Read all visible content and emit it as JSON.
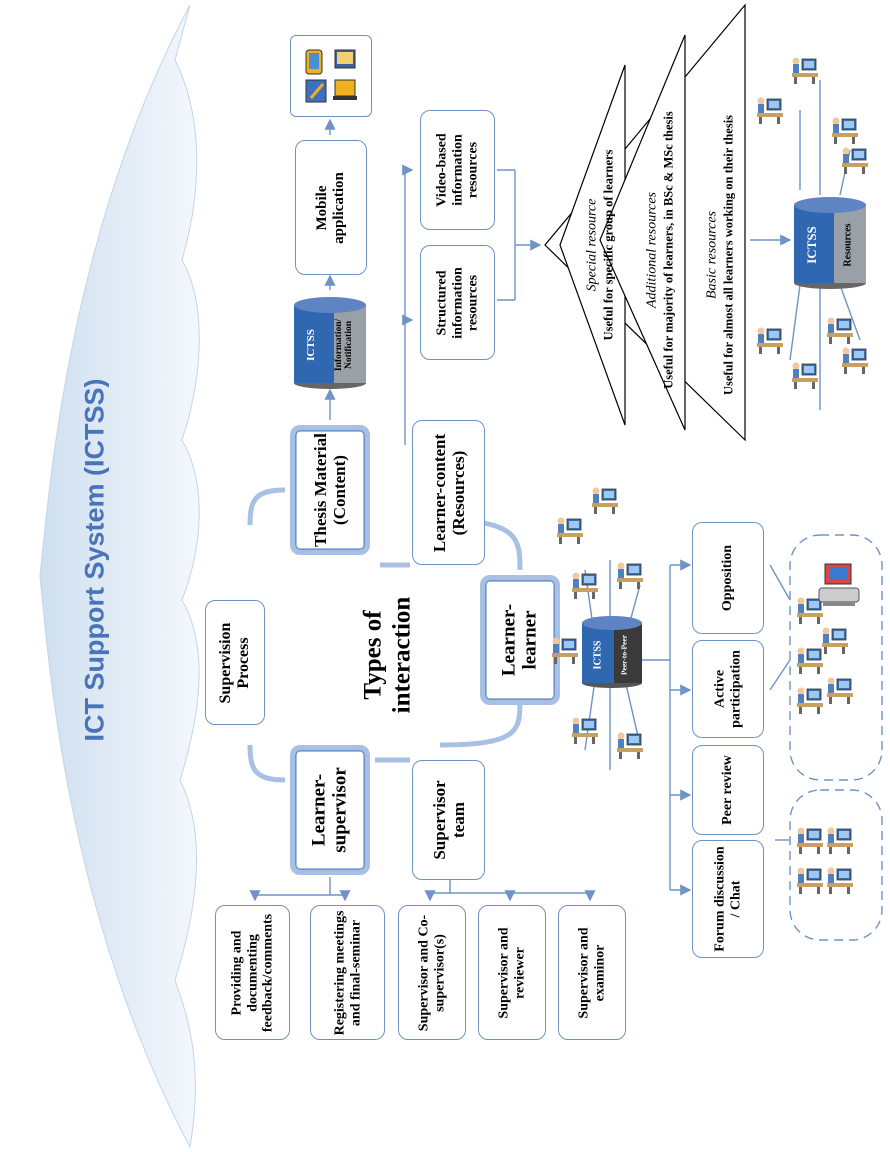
{
  "title": "ICT Support System (ICTSS)",
  "center_label": "Types of interaction",
  "core": {
    "supervision_process": "Supervision Process",
    "learner_supervisor": "Learner-supervisor",
    "thesis_material": "Thesis Material (Content)",
    "learner_learner": "Learner-learner",
    "supervisor_team": "Supervisor team",
    "learner_content": "Learner-content (Resources)"
  },
  "supervisor_features": {
    "feedback": "Providing and documenting feedback/comments",
    "meetings": "Registering meetings and final-seminar",
    "co_supervisors": "Supervisor and Co-supervisor(s)",
    "reviewer": "Supervisor and reviewer",
    "examiner": "Supervisor and examinor"
  },
  "peer_features": {
    "forum": "Forum discussion / Chat",
    "peer_review": "Peer review",
    "active": "Active participation",
    "opposition": "Opposition"
  },
  "content_features": {
    "structured": "Structured information resources",
    "video": "Video-based information resources",
    "mobile": "Mobile application"
  },
  "ictss_nodes": {
    "name": "ICTSS",
    "info_label": "Information/ Notification",
    "peer_label": "Peer-to-Peer",
    "resources_label": "Resources"
  },
  "resource_levels": {
    "special_title": "Special resource",
    "special_desc": "Useful for specific group of learners",
    "additional_title": "Additional resources",
    "additional_desc": "Useful for majority of learners, in BSc & MSc thesis",
    "basic_title": "Basic resources",
    "basic_desc": "Useful for almost all learners working on their thesis"
  },
  "colors": {
    "title": "#4a74b8",
    "border": "#6f93c6",
    "thick_border": "#a8c0e4",
    "banner": "#dce8f4",
    "cylinder_top": "#2f68b0",
    "cylinder_body": "#9aa0a8"
  },
  "icons": [
    "person-at-computer-icon",
    "mobile-devices-icon",
    "scanner-icon"
  ]
}
